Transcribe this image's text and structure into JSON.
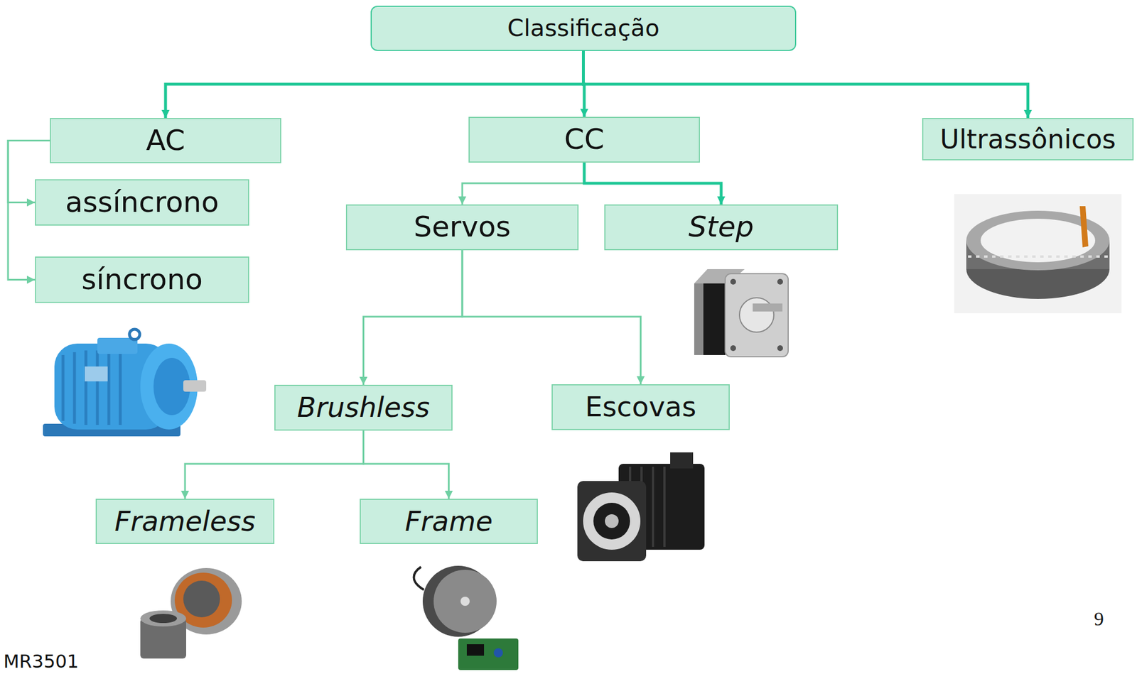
{
  "diagram": {
    "nodes": [
      {
        "text": [
          "Classificação"
        ]
      },
      {
        "text": [
          "AC"
        ]
      },
      {
        "text": [
          "CC"
        ]
      },
      {
        "text": [
          "Ultrassônicos"
        ]
      },
      {
        "text": [
          "assíncrono"
        ]
      },
      {
        "text": [
          "síncrono"
        ]
      },
      {
        "text": [
          "Servos"
        ]
      },
      {
        "text": [
          "Step"
        ]
      },
      {
        "text": [
          "Brushless"
        ]
      },
      {
        "text": [
          "Escovas"
        ]
      },
      {
        "text": [
          "Frameless"
        ]
      },
      {
        "text": [
          "Frame"
        ]
      }
    ],
    "edges": [
      {
        "from": 0,
        "to": 1,
        "arrow": "to"
      },
      {
        "from": 0,
        "to": 2,
        "arrow": "to"
      },
      {
        "from": 0,
        "to": 3,
        "arrow": "to"
      },
      {
        "from": 1,
        "to": 4,
        "arrow": "to"
      },
      {
        "from": 1,
        "to": 5,
        "arrow": "to"
      },
      {
        "from": 2,
        "to": 6,
        "arrow": "to"
      },
      {
        "from": 2,
        "to": 7,
        "arrow": "to"
      },
      {
        "from": 6,
        "to": 8,
        "arrow": "to"
      },
      {
        "from": 6,
        "to": 9,
        "arrow": "to"
      },
      {
        "from": 8,
        "to": 10,
        "arrow": "to"
      },
      {
        "from": 8,
        "to": 11,
        "arrow": "to"
      }
    ],
    "labels": [
      "9",
      "MR3501"
    ]
  }
}
